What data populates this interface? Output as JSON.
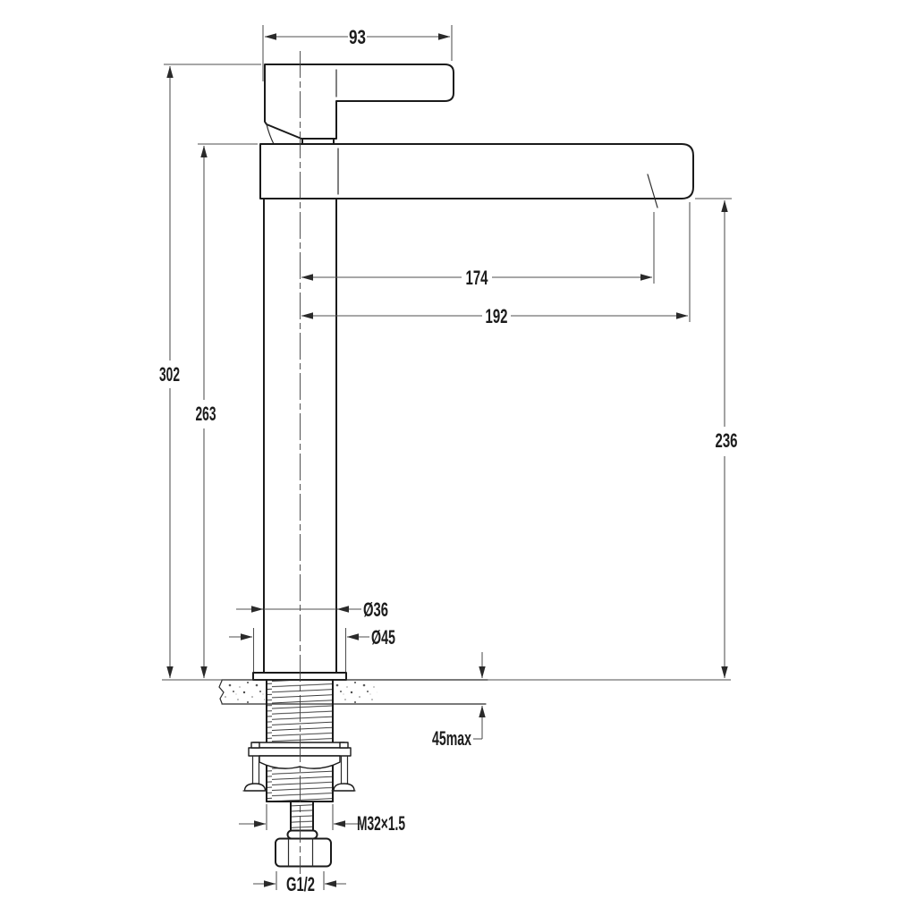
{
  "drawing": {
    "type": "technical-dimension-drawing",
    "subject": "tall single-lever basin mixer tap, side elevation with deck-mounting cross-section"
  },
  "dims": {
    "handle_length": "93",
    "overall_height": "302",
    "spout_top_height": "263",
    "outlet_reach": "174",
    "spout_reach": "192",
    "spout_clearance": "236",
    "body_diameter": "Ø36",
    "base_diameter": "Ø45",
    "max_deck_thickness": "45max",
    "mounting_thread": "M32×1.5",
    "inlet_connection": "G1/2"
  },
  "colors": {
    "background": "#ffffff",
    "object_line": "#1a1a1a",
    "dimension_line": "#4f4f4f",
    "label_text": "#1c1c1c"
  }
}
